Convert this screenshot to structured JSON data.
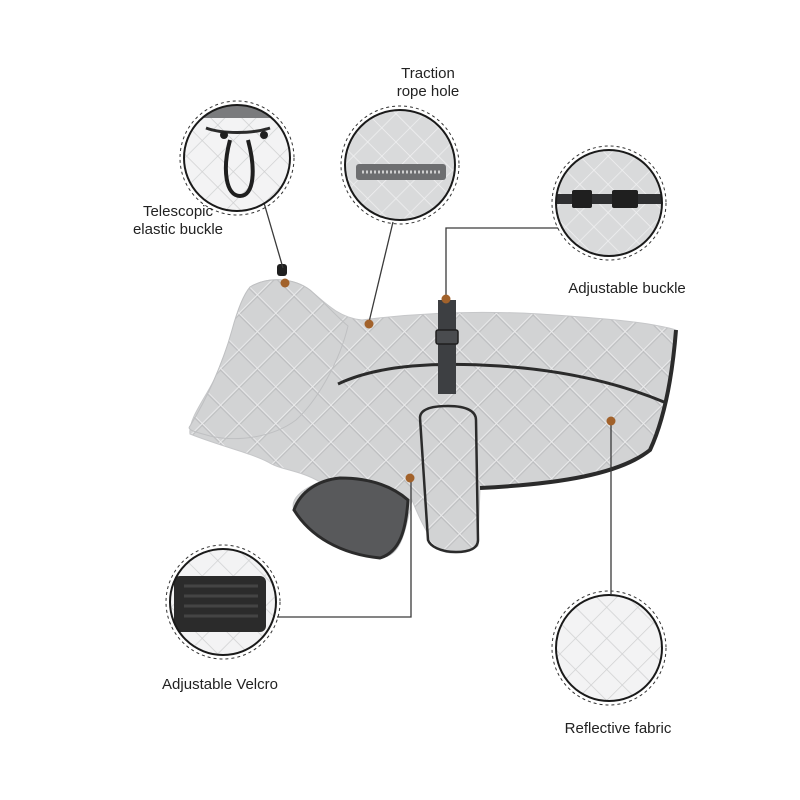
{
  "callouts": {
    "telescopic": {
      "line1": "Telescopic",
      "line2": "elastic buckle"
    },
    "traction": {
      "line1": "Traction",
      "line2": "rope hole"
    },
    "adjustable_buckle": {
      "text": "Adjustable buckle"
    },
    "velcro": {
      "text": "Adjustable Velcro"
    },
    "reflective": {
      "text": "Reflective fabric"
    }
  },
  "colors": {
    "fabric": "#d2d3d4",
    "quilt_line": "#ededee",
    "trim": "#2b2b2b",
    "lining": "#58595b",
    "marker": "#a2622b",
    "leader": "#3a3a3a",
    "strap": "#3d3f42"
  }
}
